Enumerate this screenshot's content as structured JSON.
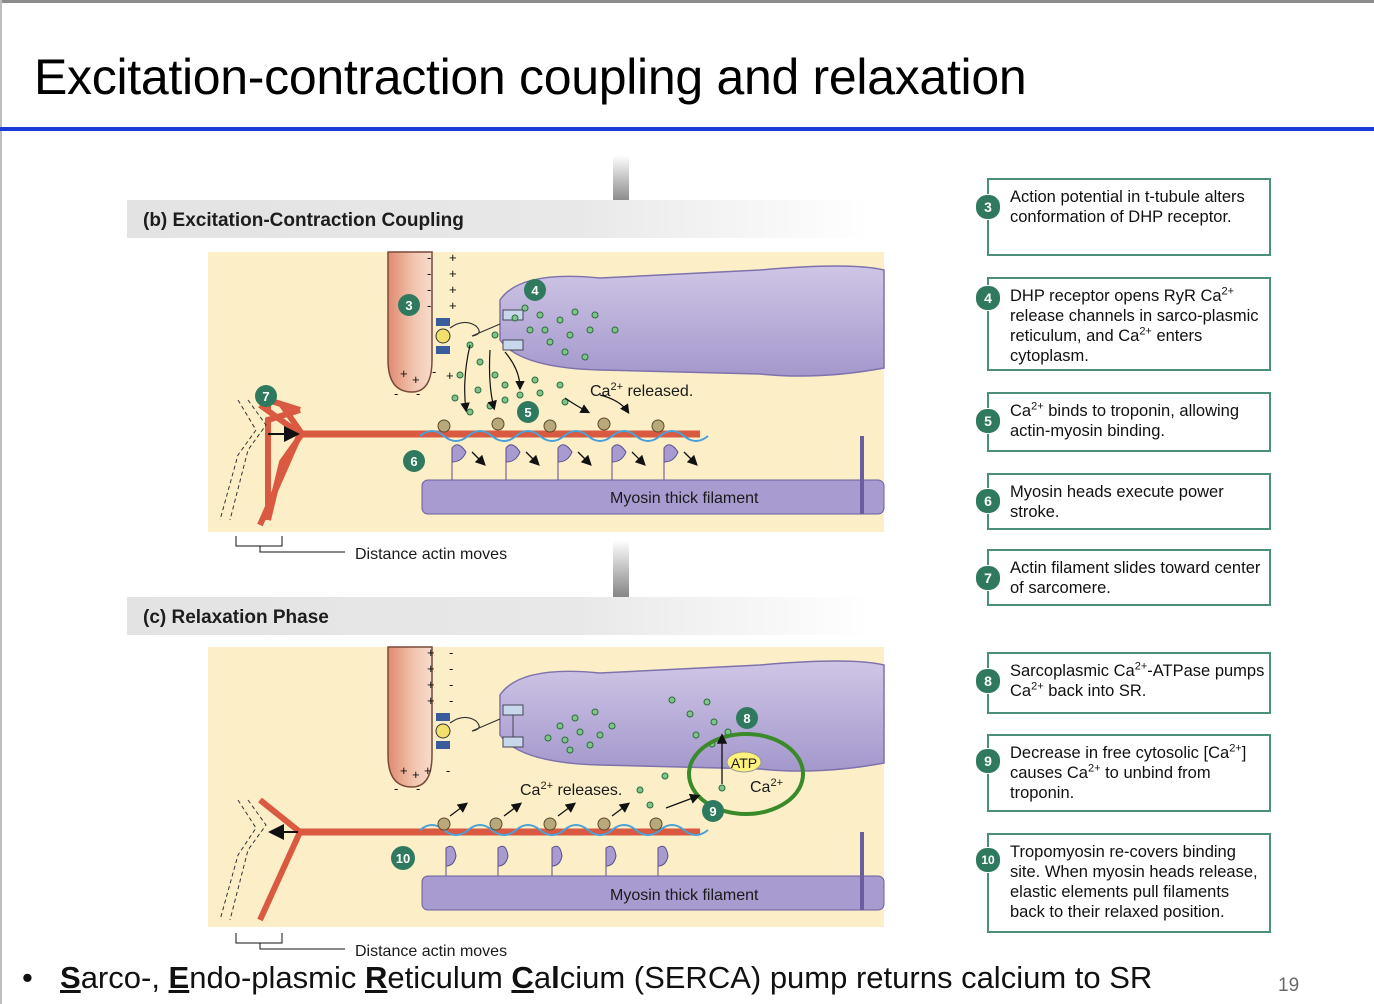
{
  "slide": {
    "title": "Excitation-contraction coupling and relaxation",
    "page_number": "19"
  },
  "panels": {
    "excitation": {
      "label": "(b) Excitation-Contraction Coupling",
      "ca_label": "Ca2+ released.",
      "myosin_label": "Myosin thick filament",
      "distance_label": "Distance actin moves",
      "markers": [
        "3",
        "4",
        "5",
        "6",
        "7"
      ]
    },
    "relaxation": {
      "label": "(c) Relaxation Phase",
      "ca_label": "Ca2+ releases.",
      "atp_label": "ATP",
      "ca_pump_label": "Ca2+",
      "myosin_label": "Myosin thick filament",
      "distance_label": "Distance actin moves",
      "markers": [
        "8",
        "9",
        "10"
      ]
    }
  },
  "steps": [
    {
      "num": "3",
      "text": "Action potential in t-tubule alters conformation of DHP receptor."
    },
    {
      "num": "4",
      "text": "DHP receptor opens RyR Ca2+ release channels in sarco-plasmic reticulum, and Ca2+ enters cytoplasm."
    },
    {
      "num": "5",
      "text": "Ca2+ binds to troponin, allowing actin-myosin binding."
    },
    {
      "num": "6",
      "text": "Myosin heads execute power stroke."
    },
    {
      "num": "7",
      "text": "Actin filament slides toward center of sarcomere."
    },
    {
      "num": "8",
      "text": "Sarcoplasmic Ca2+-ATPase pumps Ca2+ back into SR."
    },
    {
      "num": "9",
      "text": "Decrease in free cytosolic [Ca2+] causes Ca2+ to unbind from troponin."
    },
    {
      "num": "10",
      "text": "Tropomyosin re-covers binding site. When myosin heads release, elastic elements pull filaments back to their relaxed position."
    }
  ],
  "bullet": {
    "text": "Sarco-, Endo-plasmic Reticulum Calcium (SERCA) pump returns calcium to SR"
  },
  "colors": {
    "title_rule": "#1a3bd6",
    "step_badge": "#2f7a5f",
    "step_border": "#4a8f7a",
    "panel_bg": "#fcefc8",
    "actin": "#d95a41",
    "sr": "#b9aed6",
    "myosin": "#a89bd0",
    "serca_highlight": "#3a8a2a"
  }
}
